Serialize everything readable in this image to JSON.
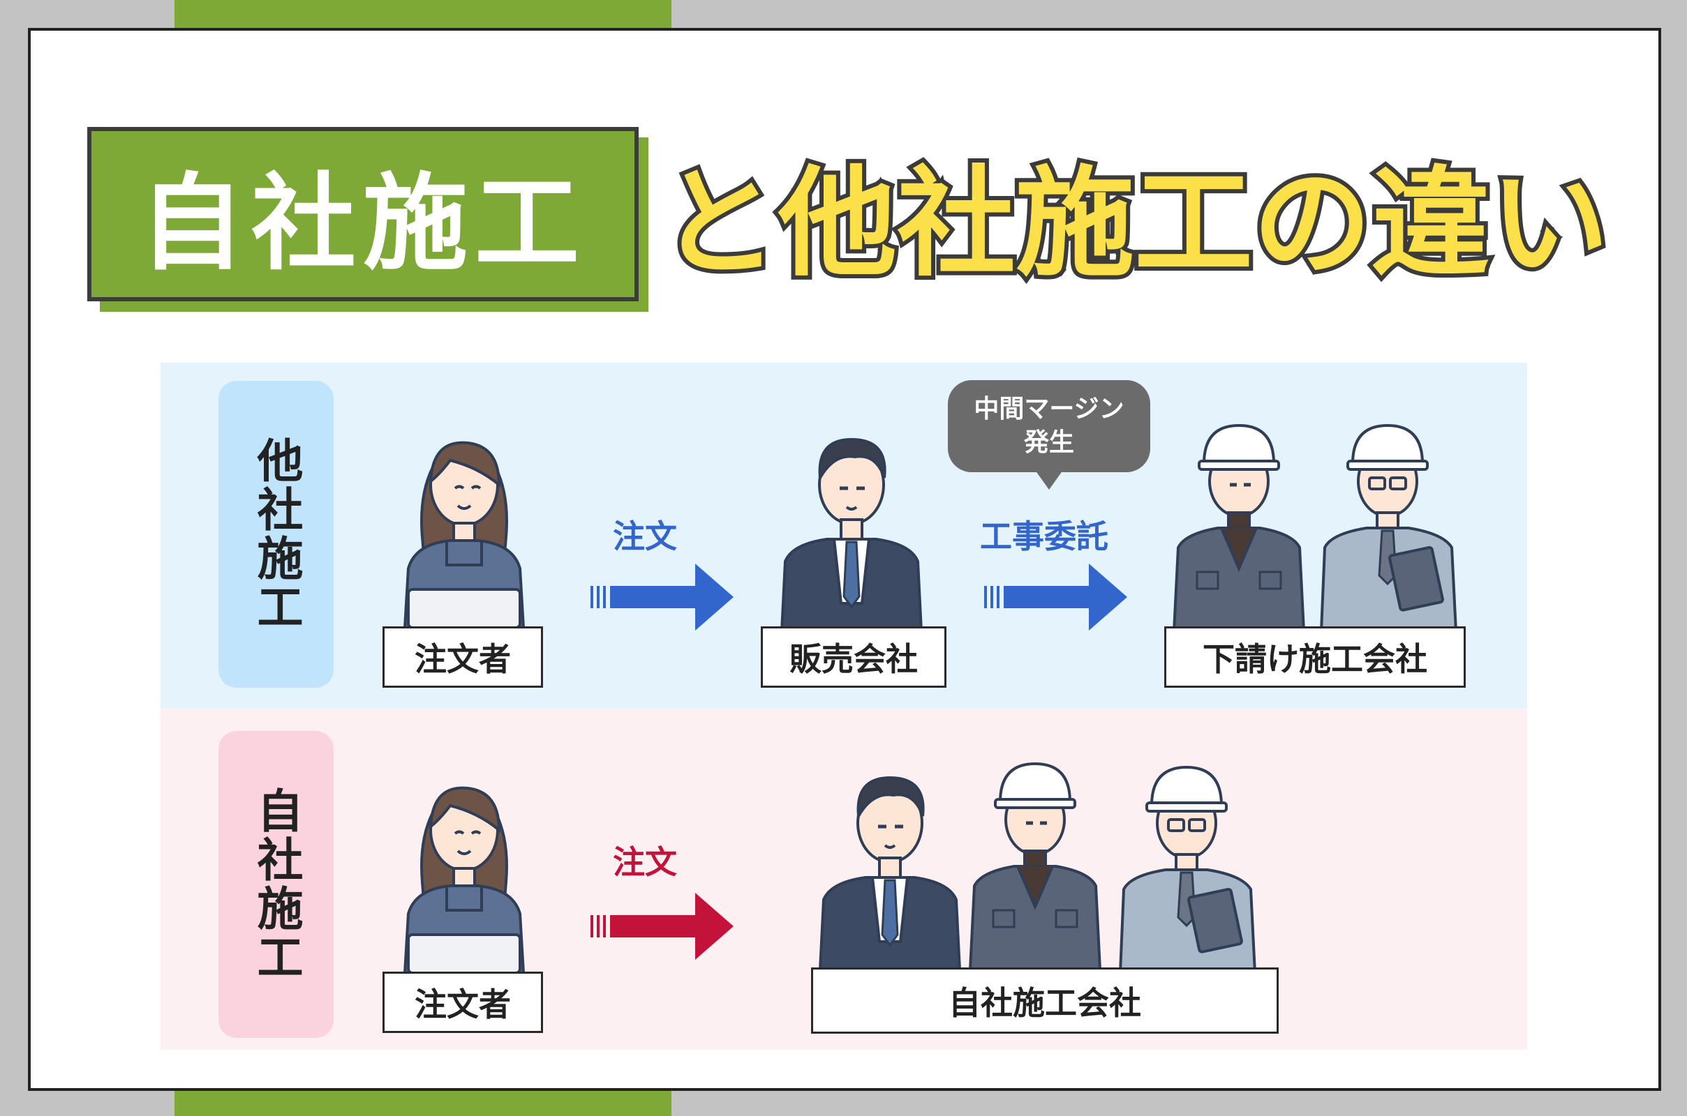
{
  "title": {
    "highlight": "自社施工",
    "rest": "と他社施工の違い"
  },
  "other_company": {
    "side_label": "他社施工",
    "customer_caption": "注文者",
    "arrow1_label": "注文",
    "seller_caption": "販売会社",
    "bubble_line1": "中間マージン",
    "bubble_line2": "発生",
    "arrow2_label": "工事委託",
    "subcontractor_caption": "下請け施工会社"
  },
  "own_company": {
    "side_label": "自社施工",
    "customer_caption": "注文者",
    "arrow_label": "注文",
    "company_caption": "自社施工会社"
  },
  "colors": {
    "green": "#7ea936",
    "yellow": "#fbe04a",
    "blue_arrow": "#3366cc",
    "red_arrow": "#c4133b",
    "top_panel": "#e4f3fc",
    "bottom_panel": "#fcf0f3",
    "top_label_bg": "#bfe4fb",
    "bottom_label_bg": "#fbd3df"
  }
}
